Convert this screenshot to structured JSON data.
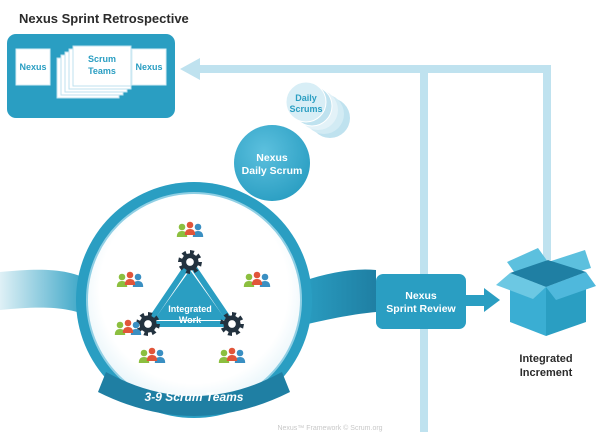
{
  "diagram": {
    "retrospective_title": "Nexus Sprint Retrospective",
    "retro_box": {
      "left_label": "Nexus",
      "teams_line1": "Scrum",
      "teams_line2": "Teams",
      "right_label": "Nexus"
    },
    "daily_scrums": {
      "line1": "Daily",
      "line2": "Scrums"
    },
    "nexus_daily_scrum": {
      "line1": "Nexus",
      "line2": "Daily Scrum"
    },
    "integrated_work": {
      "line1": "Integrated",
      "line2": "Work"
    },
    "scrum_teams_band": "3-9 Scrum Teams",
    "sprint_review": {
      "line1": "Nexus",
      "line2": "Sprint Review"
    },
    "increment": {
      "line1": "Integrated",
      "line2": "Increment"
    },
    "footer": "Nexus™ Framework © Scrum.org"
  },
  "colors": {
    "primary": "#2a9ec2",
    "dark": "#1f7fa3",
    "light": "#bfe2ef",
    "pale": "#dcf0f7",
    "people_red": "#e1553a",
    "people_green": "#8cbf3f",
    "people_blue": "#3a8fc2",
    "gear": "#23323f"
  },
  "icons": [
    "gear-icon",
    "people-group-icon",
    "open-box-icon",
    "arrow-right-icon"
  ]
}
